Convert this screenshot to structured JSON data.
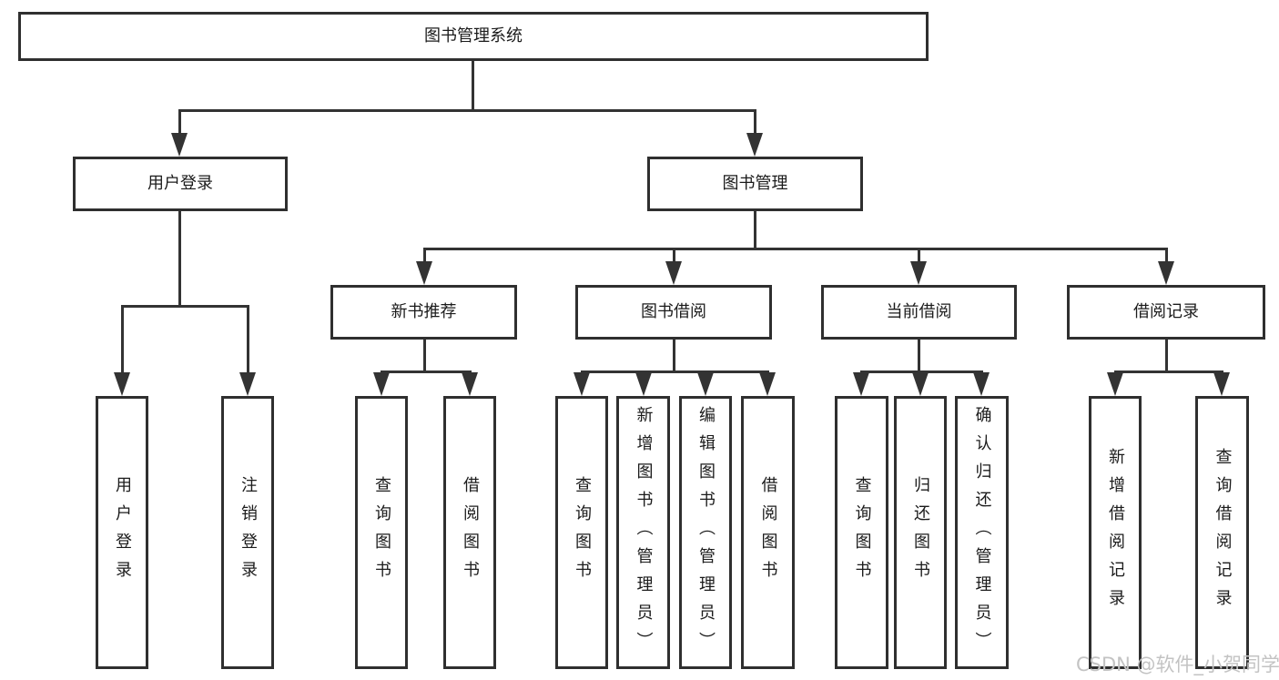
{
  "diagram": {
    "title_node": "图书管理系统",
    "root": {
      "label": "图书管理系统"
    },
    "level1": [
      {
        "label": "用户登录"
      },
      {
        "label": "图书管理"
      }
    ],
    "level2": [
      {
        "label": "新书推荐"
      },
      {
        "label": "图书借阅"
      },
      {
        "label": "当前借阅"
      },
      {
        "label": "借阅记录"
      }
    ],
    "leaves": {
      "user_login": [
        {
          "label": "用户登录"
        },
        {
          "label": "注销登录"
        }
      ],
      "new_books": [
        {
          "label": "查询图书"
        },
        {
          "label": "借阅图书"
        }
      ],
      "borrow": [
        {
          "label": "查询图书"
        },
        {
          "label": "新增图书（管理员）"
        },
        {
          "label": "编辑图书（管理员）"
        },
        {
          "label": "借阅图书"
        }
      ],
      "current": [
        {
          "label": "查询图书"
        },
        {
          "label": "归还图书"
        },
        {
          "label": "确认归还（管理员）"
        }
      ],
      "records": [
        {
          "label": "新增借阅记录"
        },
        {
          "label": "查询借阅记录"
        }
      ]
    }
  },
  "watermark": {
    "text": "CSDN @软件_小贺同学"
  },
  "colors": {
    "line": "#333333",
    "box_border": "#2f2f2f",
    "text": "#1b1b1b",
    "watermark": "#c3c3c3",
    "background": "#ffffff"
  }
}
